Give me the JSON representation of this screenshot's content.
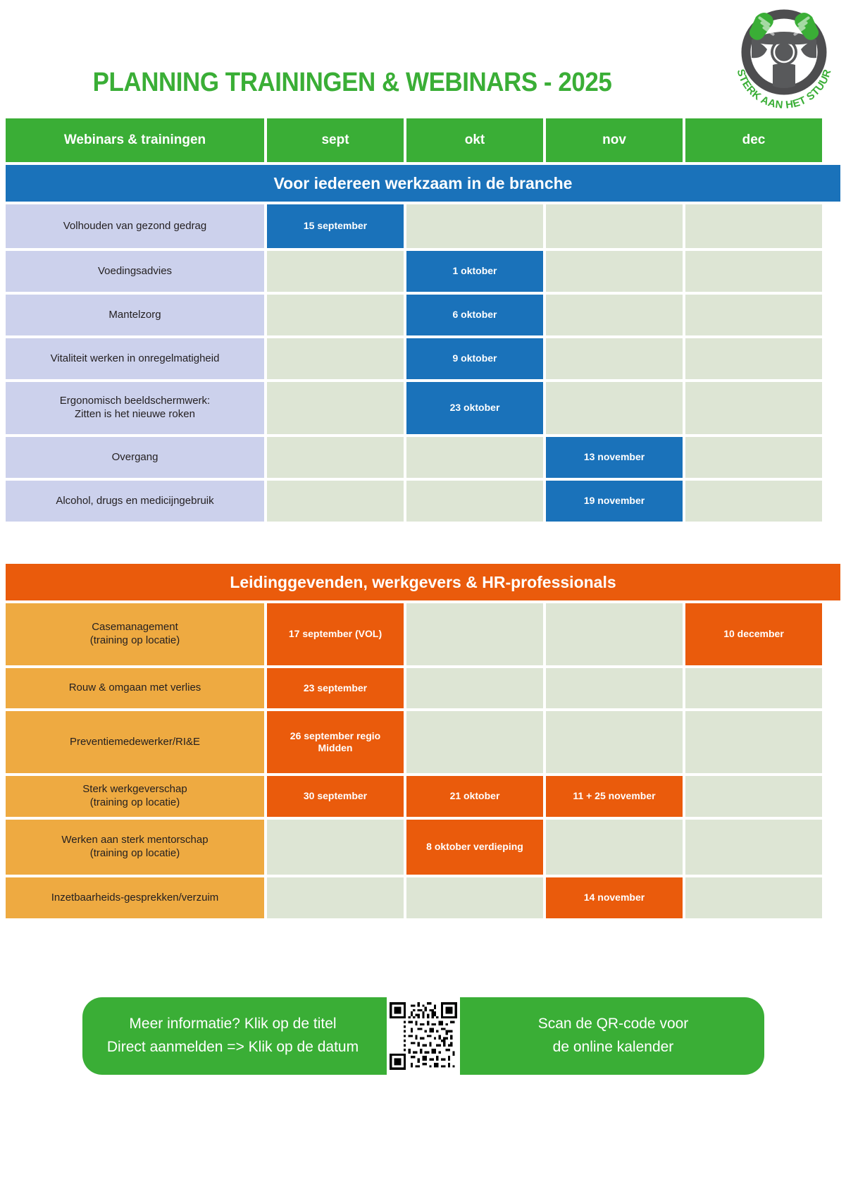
{
  "header": {
    "title": "PLANNING TRAININGEN & WEBINARS - 2025",
    "logo_text": "STERK AAN HET STUUR",
    "logo_icon": "steering-wheel-hands-icon"
  },
  "colors": {
    "green": "#3aae36",
    "blue": "#1a72ba",
    "orange": "#ea5b0c",
    "light_blue_row": "#ccd1ec",
    "light_orange_row": "#eeaa41",
    "empty_cell": "#dde5d4"
  },
  "table_header": {
    "name_column": "Webinars & trainingen",
    "months": [
      "sept",
      "okt",
      "nov",
      "dec"
    ]
  },
  "sections": [
    {
      "banner": "Voor iedereen werkzaam in de branche",
      "theme": "blue",
      "rows": [
        {
          "name": "Volhouden van gezond gedrag",
          "sept": "15 september",
          "okt": "",
          "nov": "",
          "dec": ""
        },
        {
          "name": "Voedingsadvies",
          "sept": "",
          "okt": "1 oktober",
          "nov": "",
          "dec": ""
        },
        {
          "name": "Mantelzorg",
          "sept": "",
          "okt": "6 oktober",
          "nov": "",
          "dec": ""
        },
        {
          "name": "Vitaliteit werken in onregelmatigheid",
          "sept": "",
          "okt": "9 oktober",
          "nov": "",
          "dec": ""
        },
        {
          "name": "Ergonomisch beeldschermwerk:\nZitten is het nieuwe roken",
          "sept": "",
          "okt": "23 oktober",
          "nov": "",
          "dec": ""
        },
        {
          "name": "Overgang",
          "sept": "",
          "okt": "",
          "nov": "13 november",
          "dec": ""
        },
        {
          "name": "Alcohol, drugs en medicijngebruik",
          "sept": "",
          "okt": "",
          "nov": "19 november",
          "dec": ""
        }
      ]
    },
    {
      "banner": "Leidinggevenden, werkgevers & HR-professionals",
      "theme": "orange",
      "rows": [
        {
          "name": "Casemanagement\n(training op locatie)",
          "sept": "17 september (VOL)",
          "okt": "",
          "nov": "",
          "dec": "10 december"
        },
        {
          "name": "Rouw & omgaan met verlies",
          "sept": "23 september",
          "okt": "",
          "nov": "",
          "dec": ""
        },
        {
          "name": "Preventiemedewerker/RI&E",
          "sept": "26 september regio\nMidden",
          "okt": "",
          "nov": "",
          "dec": ""
        },
        {
          "name": "Sterk werkgeverschap\n(training op locatie)",
          "sept": "30 september",
          "okt": "21 oktober",
          "nov": "11 + 25 november",
          "dec": ""
        },
        {
          "name": "Werken aan sterk mentorschap\n(training op locatie)",
          "sept": "",
          "okt": "8 oktober verdieping",
          "nov": "",
          "dec": ""
        },
        {
          "name": "Inzetbaarheids-gesprekken/verzuim",
          "sept": "",
          "okt": "",
          "nov": "14 november",
          "dec": ""
        }
      ]
    }
  ],
  "footer": {
    "left_line1": "Meer informatie? Klik op de titel",
    "left_line2": "Direct aanmelden => Klik op de datum",
    "qr_icon": "qr-code-icon",
    "right_line1": "Scan de QR-code voor",
    "right_line2": "de online kalender"
  }
}
